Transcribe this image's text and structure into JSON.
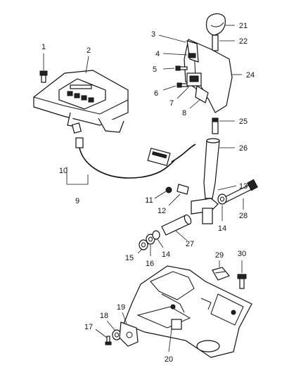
{
  "labels": {
    "l1": "1",
    "l2": "2",
    "l3": "3",
    "l4": "4",
    "l5": "5",
    "l6": "6",
    "l7": "7",
    "l8": "8",
    "l9": "9",
    "l10": "10",
    "l11": "11",
    "l12": "12",
    "l13": "13",
    "l14a": "14",
    "l14b": "14",
    "l15": "15",
    "l16": "16",
    "l17": "17",
    "l18": "18",
    "l19": "19",
    "l20": "20",
    "l21": "21",
    "l22": "22",
    "l24": "24",
    "l25": "25",
    "l26": "26",
    "l27": "27",
    "l28": "28",
    "l29": "29",
    "l30": "30"
  }
}
